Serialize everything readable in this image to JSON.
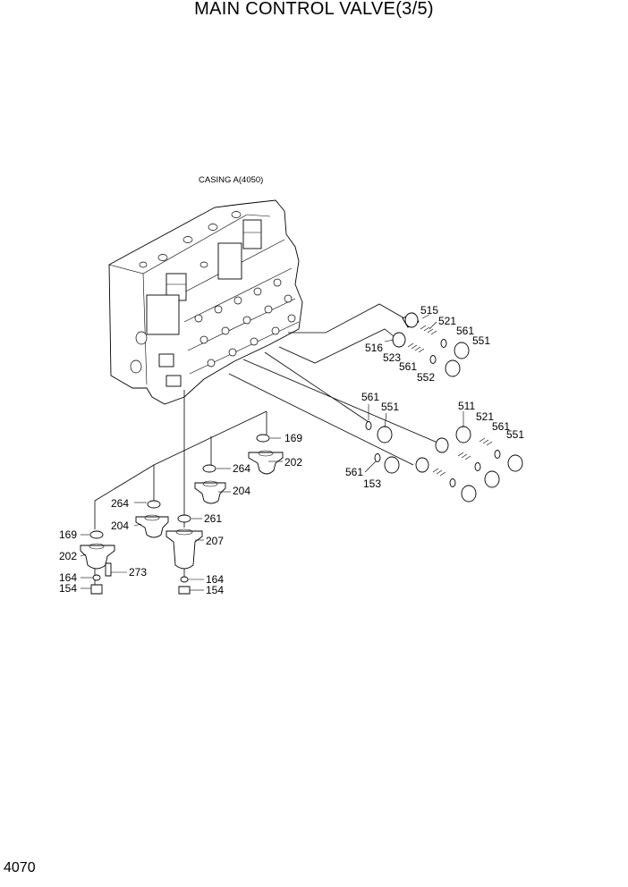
{
  "title": "MAIN CONTROL VALVE(3/5)",
  "page_number": "4070",
  "casing_label": "CASING A(4050)",
  "parts": {
    "p515": "515",
    "p521a": "521",
    "p561a": "561",
    "p551a": "551",
    "p516": "516",
    "p523": "523",
    "p561b": "561",
    "p552": "552",
    "p561c": "561",
    "p551b": "551",
    "p511": "511",
    "p521b": "521",
    "p561d": "561",
    "p551c": "551",
    "p561e": "561",
    "p153": "153",
    "p169a": "169",
    "p202a": "202",
    "p264a": "264",
    "p204a": "204",
    "p261": "261",
    "p207": "207",
    "p164b": "164",
    "p154b": "154",
    "p264b": "264",
    "p204b": "204",
    "p169b": "169",
    "p202b": "202",
    "p273": "273",
    "p164a": "164",
    "p154a": "154"
  }
}
